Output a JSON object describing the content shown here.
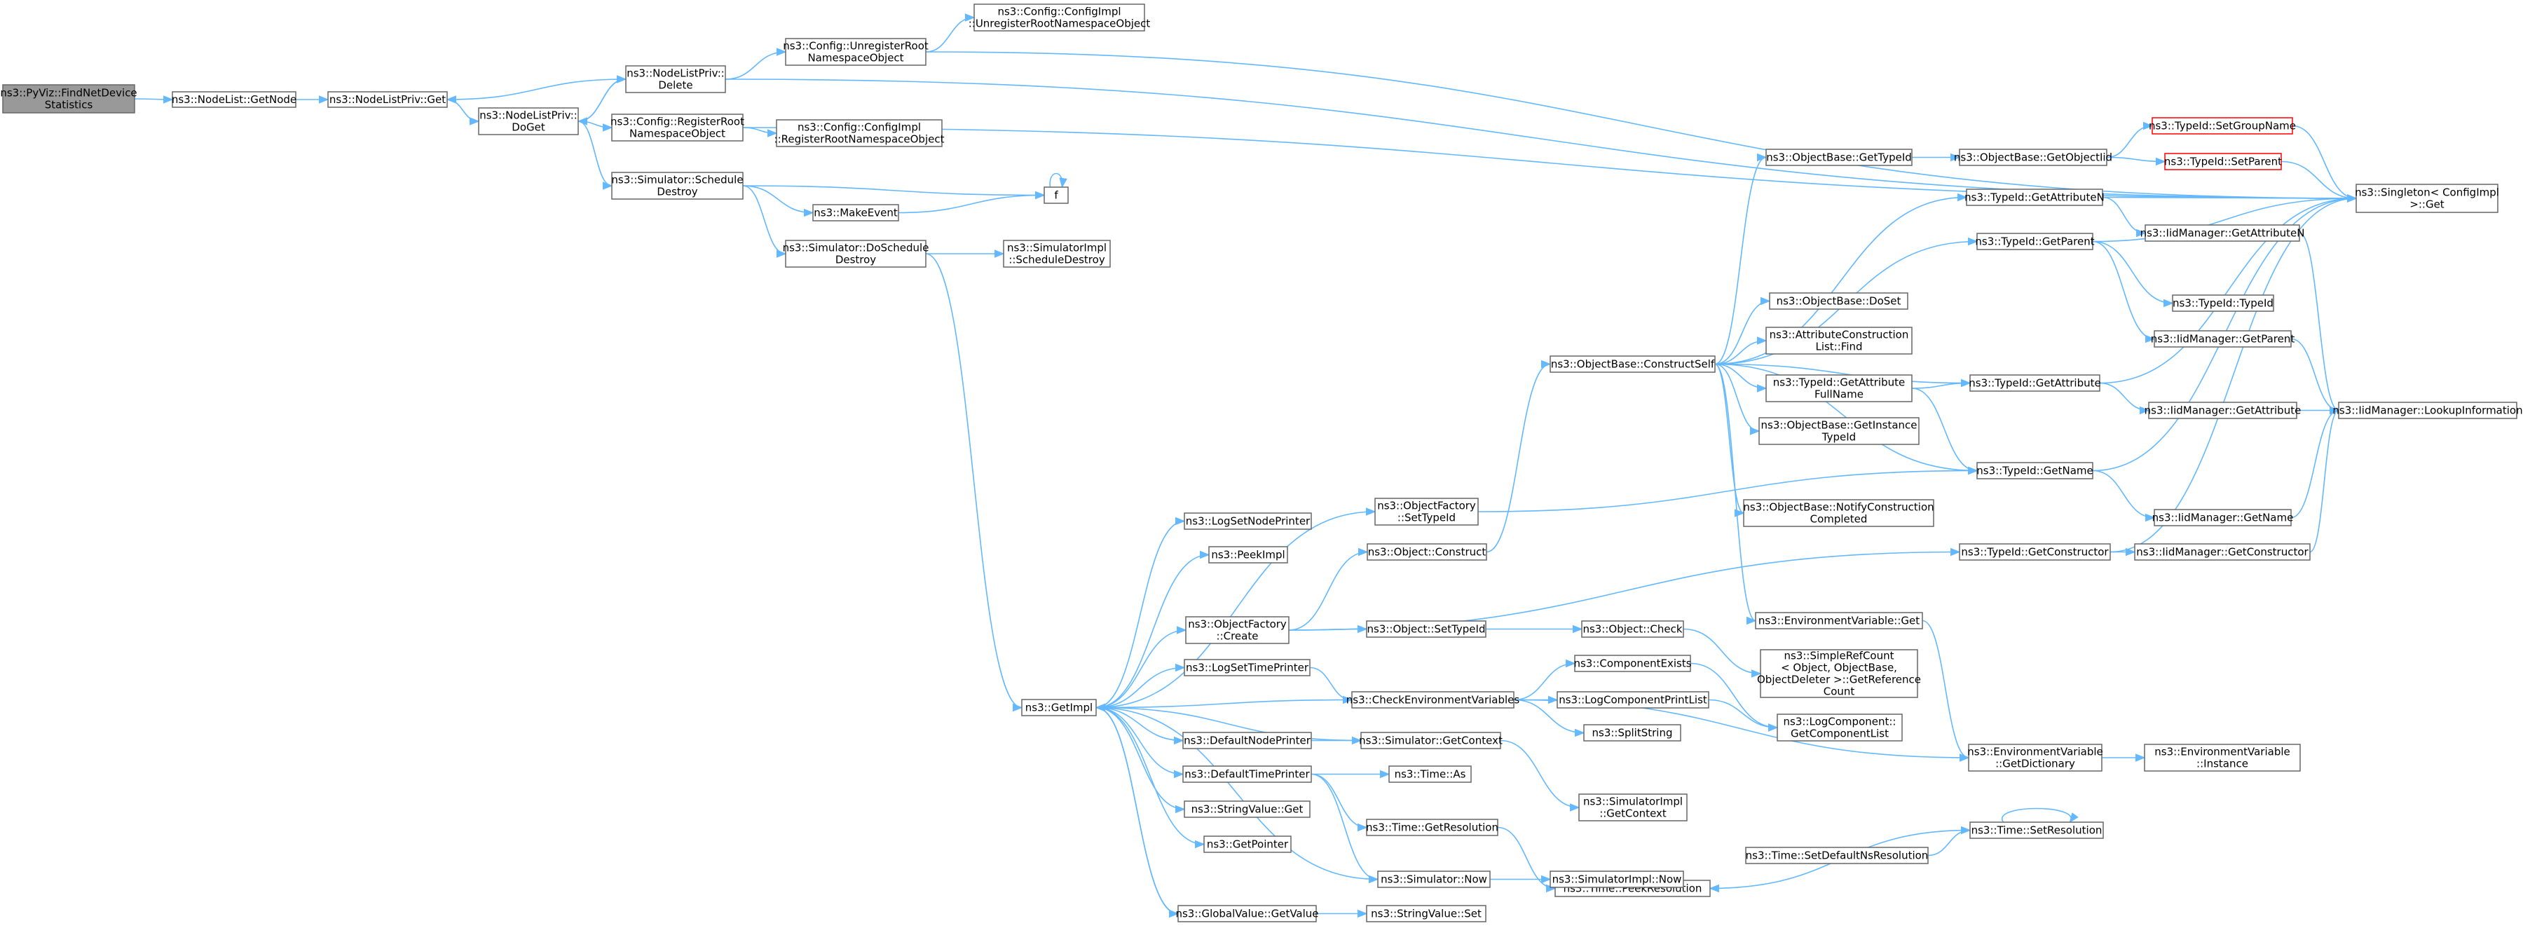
{
  "colors": {
    "edge": "#63b8ff",
    "node_border": "#666666",
    "root_fill": "#999999",
    "highlight_border": "#ff0000"
  },
  "nodes": [
    {
      "id": "FindNetDeviceStatistics",
      "lines": [
        "ns3::PyViz::FindNetDevice",
        "Statistics"
      ],
      "style": "root"
    },
    {
      "id": "NodeList_GetNode",
      "lines": [
        "ns3::NodeList::GetNode"
      ]
    },
    {
      "id": "NodeListPriv_Get",
      "lines": [
        "ns3::NodeListPriv::Get"
      ]
    },
    {
      "id": "NodeListPriv_Delete",
      "lines": [
        "ns3::NodeListPriv::",
        "Delete"
      ]
    },
    {
      "id": "NodeListPriv_DoGet",
      "lines": [
        "ns3::NodeListPriv::",
        "DoGet"
      ]
    },
    {
      "id": "Config_UnregisterRoot",
      "lines": [
        "ns3::Config::UnregisterRoot",
        "NamespaceObject"
      ]
    },
    {
      "id": "ConfigImpl_Unregister",
      "lines": [
        "ns3::Config::ConfigImpl",
        "::UnregisterRootNamespaceObject"
      ]
    },
    {
      "id": "Config_RegisterRoot",
      "lines": [
        "ns3::Config::RegisterRoot",
        "NamespaceObject"
      ]
    },
    {
      "id": "ConfigImpl_Register",
      "lines": [
        "ns3::Config::ConfigImpl",
        "::RegisterRootNamespaceObject"
      ]
    },
    {
      "id": "Simulator_ScheduleDestroy",
      "lines": [
        "ns3::Simulator::Schedule",
        "Destroy"
      ]
    },
    {
      "id": "f",
      "lines": [
        "f"
      ]
    },
    {
      "id": "MakeEvent",
      "lines": [
        "ns3::MakeEvent"
      ]
    },
    {
      "id": "Simulator_DoScheduleDestroy",
      "lines": [
        "ns3::Simulator::DoSchedule",
        "Destroy"
      ]
    },
    {
      "id": "SimulatorImpl_ScheduleDestroy",
      "lines": [
        "ns3::SimulatorImpl",
        "::ScheduleDestroy"
      ]
    },
    {
      "id": "GetImpl",
      "lines": [
        "ns3::GetImpl"
      ]
    },
    {
      "id": "LogSetNodePrinter",
      "lines": [
        "ns3::LogSetNodePrinter"
      ]
    },
    {
      "id": "PeekImpl",
      "lines": [
        "ns3::PeekImpl"
      ]
    },
    {
      "id": "ObjectFactory_Create",
      "lines": [
        "ns3::ObjectFactory",
        "::Create"
      ]
    },
    {
      "id": "LogSetTimePrinter",
      "lines": [
        "ns3::LogSetTimePrinter"
      ]
    },
    {
      "id": "DefaultNodePrinter",
      "lines": [
        "ns3::DefaultNodePrinter"
      ]
    },
    {
      "id": "DefaultTimePrinter",
      "lines": [
        "ns3::DefaultTimePrinter"
      ]
    },
    {
      "id": "StringValue_Get",
      "lines": [
        "ns3::StringValue::Get"
      ]
    },
    {
      "id": "GetPointer",
      "lines": [
        "ns3::GetPointer"
      ]
    },
    {
      "id": "GlobalValue_GetValue",
      "lines": [
        "ns3::GlobalValue::GetValue"
      ]
    },
    {
      "id": "ObjectFactory_SetTypeId",
      "lines": [
        "ns3::ObjectFactory",
        "::SetTypeId"
      ]
    },
    {
      "id": "Object_Construct",
      "lines": [
        "ns3::Object::Construct"
      ]
    },
    {
      "id": "Object_SetTypeId",
      "lines": [
        "ns3::Object::SetTypeId"
      ]
    },
    {
      "id": "CheckEnvironmentVariables",
      "lines": [
        "ns3::CheckEnvironmentVariables"
      ]
    },
    {
      "id": "Simulator_GetContext",
      "lines": [
        "ns3::Simulator::GetContext"
      ]
    },
    {
      "id": "Time_As",
      "lines": [
        "ns3::Time::As"
      ]
    },
    {
      "id": "Time_GetResolution",
      "lines": [
        "ns3::Time::GetResolution"
      ]
    },
    {
      "id": "Simulator_Now",
      "lines": [
        "ns3::Simulator::Now"
      ]
    },
    {
      "id": "StringValue_Set",
      "lines": [
        "ns3::StringValue::Set"
      ]
    },
    {
      "id": "ObjectBase_ConstructSelf",
      "lines": [
        "ns3::ObjectBase::ConstructSelf"
      ]
    },
    {
      "id": "Object_Check",
      "lines": [
        "ns3::Object::Check"
      ]
    },
    {
      "id": "ComponentExists",
      "lines": [
        "ns3::ComponentExists"
      ]
    },
    {
      "id": "LogComponentPrintList",
      "lines": [
        "ns3::LogComponentPrintList"
      ]
    },
    {
      "id": "SplitString",
      "lines": [
        "ns3::SplitString"
      ]
    },
    {
      "id": "SimulatorImpl_GetContext",
      "lines": [
        "ns3::SimulatorImpl",
        "::GetContext"
      ]
    },
    {
      "id": "Time_PeekResolution",
      "lines": [
        "ns3::Time::PeekResolution"
      ]
    },
    {
      "id": "SimulatorImpl_Now",
      "lines": [
        "ns3::SimulatorImpl::Now"
      ]
    },
    {
      "id": "ObjectBase_GetTypeId",
      "lines": [
        "ns3::ObjectBase::GetTypeId"
      ]
    },
    {
      "id": "ObjectBase_DoSet",
      "lines": [
        "ns3::ObjectBase::DoSet"
      ]
    },
    {
      "id": "AttributeConstructionList_Find",
      "lines": [
        "ns3::AttributeConstruction",
        "List::Find"
      ]
    },
    {
      "id": "TypeId_GetAttributeFullName",
      "lines": [
        "ns3::TypeId::GetAttribute",
        "FullName"
      ]
    },
    {
      "id": "ObjectBase_GetInstanceTypeId",
      "lines": [
        "ns3::ObjectBase::GetInstance",
        "TypeId"
      ]
    },
    {
      "id": "ObjectBase_NotifyConstructionCompleted",
      "lines": [
        "ns3::ObjectBase::NotifyConstruction",
        "Completed"
      ]
    },
    {
      "id": "EnvironmentVariable_Get",
      "lines": [
        "ns3::EnvironmentVariable::Get"
      ]
    },
    {
      "id": "SimpleRefCount_GetReferenceCount",
      "lines": [
        "ns3::SimpleRefCount",
        "< Object, ObjectBase,",
        "ObjectDeleter >::GetReference",
        "Count"
      ]
    },
    {
      "id": "LogComponent_GetComponentList",
      "lines": [
        "ns3::LogComponent::",
        "GetComponentList"
      ]
    },
    {
      "id": "Time_SetDefaultNsResolution",
      "lines": [
        "ns3::Time::SetDefaultNsResolution"
      ]
    },
    {
      "id": "ObjectBase_GetObjectIid",
      "lines": [
        "ns3::ObjectBase::GetObjectIid"
      ]
    },
    {
      "id": "TypeId_GetAttributeN",
      "lines": [
        "ns3::TypeId::GetAttributeN"
      ]
    },
    {
      "id": "TypeId_GetParent",
      "lines": [
        "ns3::TypeId::GetParent"
      ]
    },
    {
      "id": "TypeId_GetAttribute",
      "lines": [
        "ns3::TypeId::GetAttribute"
      ]
    },
    {
      "id": "TypeId_GetName",
      "lines": [
        "ns3::TypeId::GetName"
      ]
    },
    {
      "id": "TypeId_GetConstructor",
      "lines": [
        "ns3::TypeId::GetConstructor"
      ]
    },
    {
      "id": "EnvironmentVariable_GetDictionary",
      "lines": [
        "ns3::EnvironmentVariable",
        "::GetDictionary"
      ]
    },
    {
      "id": "Time_SetResolution",
      "lines": [
        "ns3::Time::SetResolution"
      ]
    },
    {
      "id": "TypeId_SetGroupName",
      "lines": [
        "ns3::TypeId::SetGroupName"
      ],
      "style": "red"
    },
    {
      "id": "TypeId_SetParent",
      "lines": [
        "ns3::TypeId::SetParent"
      ],
      "style": "red"
    },
    {
      "id": "IidManager_GetAttributeN",
      "lines": [
        "ns3::IidManager::GetAttributeN"
      ]
    },
    {
      "id": "TypeId_TypeId",
      "lines": [
        "ns3::TypeId::TypeId"
      ]
    },
    {
      "id": "IidManager_GetParent",
      "lines": [
        "ns3::IidManager::GetParent"
      ]
    },
    {
      "id": "IidManager_GetAttribute",
      "lines": [
        "ns3::IidManager::GetAttribute"
      ]
    },
    {
      "id": "IidManager_GetName",
      "lines": [
        "ns3::IidManager::GetName"
      ]
    },
    {
      "id": "IidManager_GetConstructor",
      "lines": [
        "ns3::IidManager::GetConstructor"
      ]
    },
    {
      "id": "EnvironmentVariable_Instance",
      "lines": [
        "ns3::EnvironmentVariable",
        "::Instance"
      ]
    },
    {
      "id": "Singleton_Get",
      "lines": [
        "ns3::Singleton< ConfigImpl",
        " >::Get"
      ]
    },
    {
      "id": "IidManager_LookupInformation",
      "lines": [
        "ns3::IidManager::LookupInformation"
      ]
    }
  ],
  "edges": [
    [
      "FindNetDeviceStatistics",
      "NodeList_GetNode"
    ],
    [
      "NodeList_GetNode",
      "NodeListPriv_Get"
    ],
    [
      "NodeListPriv_Get",
      "NodeListPriv_DoGet"
    ],
    [
      "NodeListPriv_Delete",
      "NodeListPriv_Get"
    ],
    [
      "NodeListPriv_DoGet",
      "NodeListPriv_Delete"
    ],
    [
      "NodeListPriv_Delete",
      "NodeListPriv_DoGet"
    ],
    [
      "NodeListPriv_Delete",
      "Config_UnregisterRoot"
    ],
    [
      "Config_UnregisterRoot",
      "ConfigImpl_Unregister"
    ],
    [
      "Config_UnregisterRoot",
      "Singleton_Get"
    ],
    [
      "NodeListPriv_Delete",
      "Singleton_Get"
    ],
    [
      "NodeListPriv_DoGet",
      "Config_RegisterRoot"
    ],
    [
      "Config_RegisterRoot",
      "ConfigImpl_Register"
    ],
    [
      "Config_RegisterRoot",
      "Singleton_Get"
    ],
    [
      "NodeListPriv_DoGet",
      "Simulator_ScheduleDestroy"
    ],
    [
      "Simulator_ScheduleDestroy",
      "f"
    ],
    [
      "f",
      "f"
    ],
    [
      "Simulator_ScheduleDestroy",
      "MakeEvent"
    ],
    [
      "MakeEvent",
      "f"
    ],
    [
      "Simulator_ScheduleDestroy",
      "Simulator_DoScheduleDestroy"
    ],
    [
      "Simulator_DoScheduleDestroy",
      "SimulatorImpl_ScheduleDestroy"
    ],
    [
      "Simulator_DoScheduleDestroy",
      "GetImpl"
    ],
    [
      "GetImpl",
      "LogSetNodePrinter"
    ],
    [
      "GetImpl",
      "PeekImpl"
    ],
    [
      "GetImpl",
      "ObjectFactory_Create"
    ],
    [
      "GetImpl",
      "LogSetTimePrinter"
    ],
    [
      "GetImpl",
      "DefaultNodePrinter"
    ],
    [
      "GetImpl",
      "DefaultTimePrinter"
    ],
    [
      "GetImpl",
      "StringValue_Get"
    ],
    [
      "GetImpl",
      "GetPointer"
    ],
    [
      "GetImpl",
      "GlobalValue_GetValue"
    ],
    [
      "GetImpl",
      "ObjectFactory_SetTypeId"
    ],
    [
      "ObjectFactory_SetTypeId",
      "TypeId_GetName"
    ],
    [
      "ObjectFactory_Create",
      "Object_Construct"
    ],
    [
      "ObjectFactory_Create",
      "Object_SetTypeId"
    ],
    [
      "ObjectFactory_Create",
      "TypeId_GetConstructor"
    ],
    [
      "Object_Construct",
      "ObjectBase_ConstructSelf"
    ],
    [
      "Object_SetTypeId",
      "Object_Check"
    ],
    [
      "Object_Check",
      "SimpleRefCount_GetReferenceCount"
    ],
    [
      "LogSetTimePrinter",
      "CheckEnvironmentVariables"
    ],
    [
      "CheckEnvironmentVariables",
      "GetImpl"
    ],
    [
      "CheckEnvironmentVariables",
      "ComponentExists"
    ],
    [
      "CheckEnvironmentVariables",
      "LogComponentPrintList"
    ],
    [
      "CheckEnvironmentVariables",
      "SplitString"
    ],
    [
      "CheckEnvironmentVariables",
      "EnvironmentVariable_GetDictionary"
    ],
    [
      "ComponentExists",
      "LogComponent_GetComponentList"
    ],
    [
      "LogComponentPrintList",
      "LogComponent_GetComponentList"
    ],
    [
      "DefaultNodePrinter",
      "Simulator_GetContext"
    ],
    [
      "Simulator_GetContext",
      "GetImpl"
    ],
    [
      "Simulator_GetContext",
      "SimulatorImpl_GetContext"
    ],
    [
      "DefaultTimePrinter",
      "Time_As"
    ],
    [
      "DefaultTimePrinter",
      "Time_GetResolution"
    ],
    [
      "DefaultTimePrinter",
      "Simulator_Now"
    ],
    [
      "Time_GetResolution",
      "Time_PeekResolution"
    ],
    [
      "Simulator_Now",
      "GetImpl"
    ],
    [
      "Simulator_Now",
      "SimulatorImpl_Now"
    ],
    [
      "GlobalValue_GetValue",
      "StringValue_Set"
    ],
    [
      "GlobalValue_GetValue",
      "GetImpl"
    ],
    [
      "Time_SetResolution",
      "Time_PeekResolution"
    ],
    [
      "Time_SetDefaultNsResolution",
      "Time_SetResolution"
    ],
    [
      "Time_SetResolution",
      "Time_SetResolution"
    ],
    [
      "ObjectBase_ConstructSelf",
      "ObjectBase_GetTypeId"
    ],
    [
      "ObjectBase_ConstructSelf",
      "ObjectBase_DoSet"
    ],
    [
      "ObjectBase_ConstructSelf",
      "AttributeConstructionList_Find"
    ],
    [
      "ObjectBase_ConstructSelf",
      "TypeId_GetAttributeFullName"
    ],
    [
      "ObjectBase_ConstructSelf",
      "ObjectBase_GetInstanceTypeId"
    ],
    [
      "ObjectBase_ConstructSelf",
      "ObjectBase_NotifyConstructionCompleted"
    ],
    [
      "ObjectBase_ConstructSelf",
      "EnvironmentVariable_Get"
    ],
    [
      "ObjectBase_ConstructSelf",
      "TypeId_GetAttributeN"
    ],
    [
      "ObjectBase_ConstructSelf",
      "TypeId_GetParent"
    ],
    [
      "ObjectBase_ConstructSelf",
      "TypeId_GetAttribute"
    ],
    [
      "ObjectBase_ConstructSelf",
      "TypeId_GetName"
    ],
    [
      "ObjectBase_GetTypeId",
      "ObjectBase_GetObjectIid"
    ],
    [
      "ObjectBase_GetObjectIid",
      "TypeId_SetGroupName"
    ],
    [
      "ObjectBase_GetObjectIid",
      "TypeId_SetParent"
    ],
    [
      "TypeId_SetGroupName",
      "Singleton_Get"
    ],
    [
      "TypeId_SetParent",
      "Singleton_Get"
    ],
    [
      "TypeId_GetAttributeFullName",
      "TypeId_GetAttribute"
    ],
    [
      "TypeId_GetAttributeFullName",
      "TypeId_GetName"
    ],
    [
      "EnvironmentVariable_Get",
      "EnvironmentVariable_GetDictionary"
    ],
    [
      "EnvironmentVariable_GetDictionary",
      "EnvironmentVariable_Instance"
    ],
    [
      "TypeId_GetAttributeN",
      "IidManager_GetAttributeN"
    ],
    [
      "TypeId_GetAttributeN",
      "Singleton_Get"
    ],
    [
      "IidManager_GetAttributeN",
      "IidManager_LookupInformation"
    ],
    [
      "TypeId_GetParent",
      "TypeId_TypeId"
    ],
    [
      "TypeId_GetParent",
      "IidManager_GetParent"
    ],
    [
      "TypeId_GetParent",
      "Singleton_Get"
    ],
    [
      "IidManager_GetParent",
      "IidManager_LookupInformation"
    ],
    [
      "TypeId_GetAttribute",
      "IidManager_GetAttribute"
    ],
    [
      "TypeId_GetAttribute",
      "Singleton_Get"
    ],
    [
      "IidManager_GetAttribute",
      "IidManager_LookupInformation"
    ],
    [
      "TypeId_GetName",
      "IidManager_GetName"
    ],
    [
      "TypeId_GetName",
      "Singleton_Get"
    ],
    [
      "IidManager_GetName",
      "IidManager_LookupInformation"
    ],
    [
      "TypeId_GetConstructor",
      "IidManager_GetConstructor"
    ],
    [
      "TypeId_GetConstructor",
      "Singleton_Get"
    ],
    [
      "IidManager_GetConstructor",
      "IidManager_LookupInformation"
    ]
  ]
}
